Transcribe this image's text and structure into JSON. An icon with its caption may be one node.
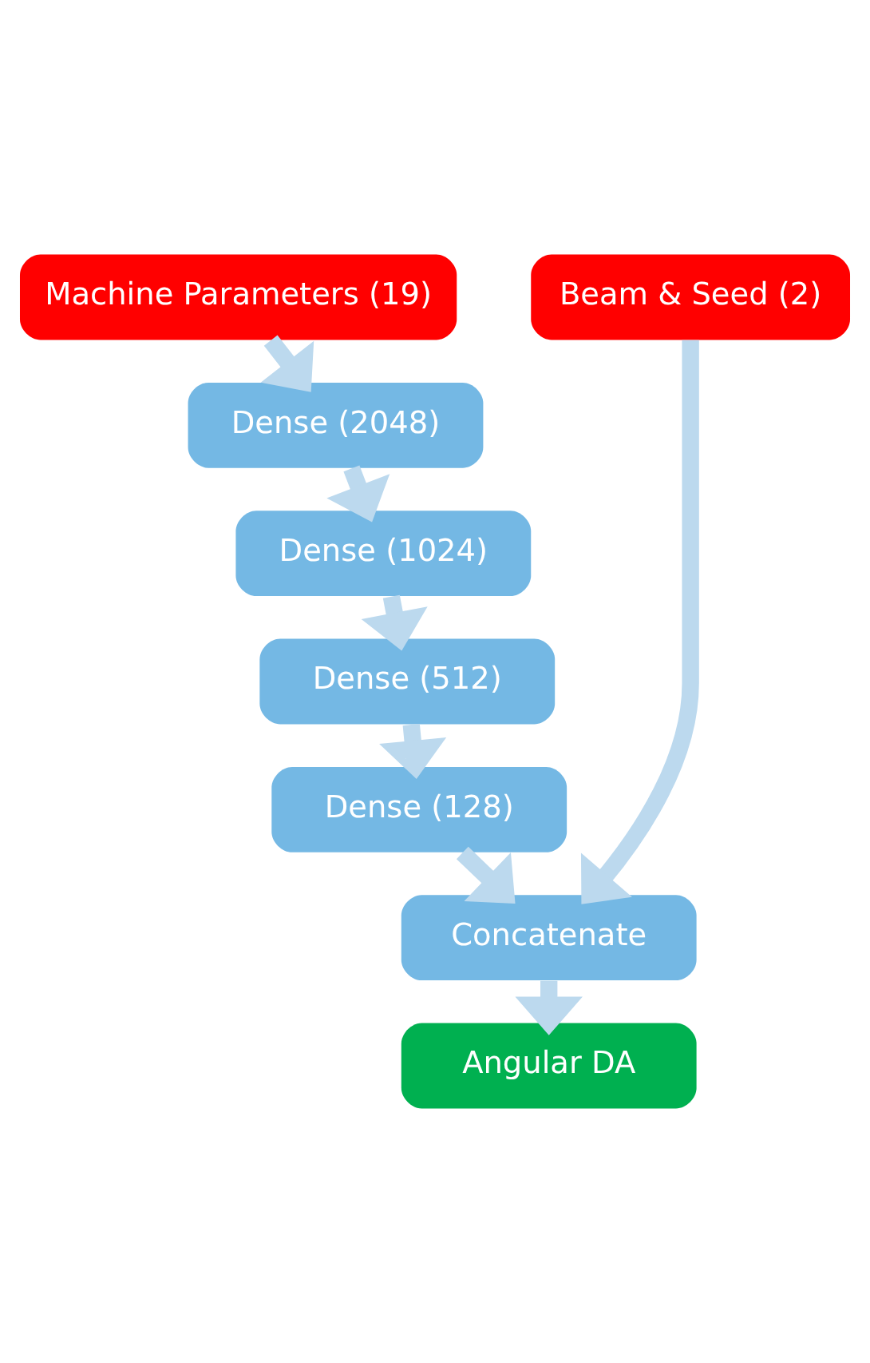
{
  "diagram": {
    "nodes": [
      {
        "text": [
          "Machine Parameters (19)"
        ]
      },
      {
        "text": [
          "Beam & Seed (2)"
        ]
      },
      {
        "text": [
          "Dense (2048)"
        ]
      },
      {
        "text": [
          "Dense (1024)"
        ]
      },
      {
        "text": [
          "Dense (512)"
        ]
      },
      {
        "text": [
          "Dense (128)"
        ]
      },
      {
        "text": [
          "Concatenate"
        ]
      },
      {
        "text": [
          "Angular DA"
        ]
      }
    ],
    "edges": [
      {
        "from": 0,
        "to": 2,
        "arrow": "to"
      },
      {
        "from": 2,
        "to": 3,
        "arrow": "to"
      },
      {
        "from": 3,
        "to": 4,
        "arrow": "to"
      },
      {
        "from": 4,
        "to": 5,
        "arrow": "to"
      },
      {
        "from": 5,
        "to": 6,
        "arrow": "to"
      },
      {
        "from": 1,
        "to": 6,
        "arrow": "to"
      },
      {
        "from": 6,
        "to": 7,
        "arrow": "to"
      }
    ]
  }
}
